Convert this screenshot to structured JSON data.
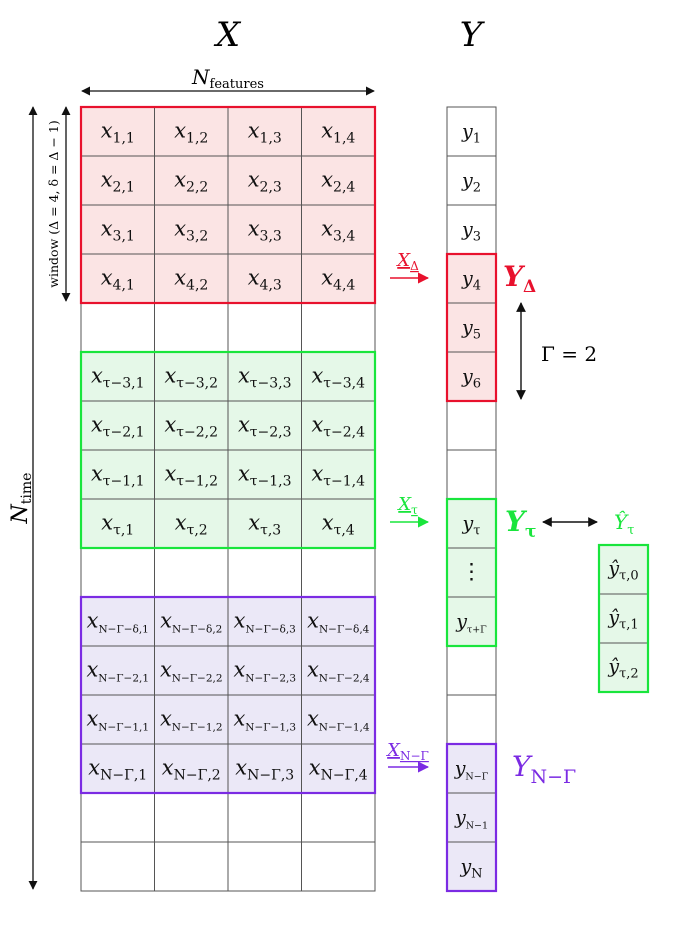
{
  "headers": {
    "x": "X",
    "y": "Y"
  },
  "labels": {
    "n_features": {
      "base": "N",
      "sub": "features"
    },
    "n_time": {
      "base": "N",
      "sub": "time"
    },
    "window": "window (Δ = 4, δ = Δ − 1)",
    "gamma": "Γ = 2"
  },
  "colors": {
    "red": "#e8112d",
    "red_fill": "#fbe4e4",
    "green": "#19e53c",
    "green_fill": "#e5f8e8",
    "purple": "#7b2be3",
    "purple_fill": "#ebe8f7",
    "grid": "#555555"
  },
  "x_rows": [
    [
      [
        "x",
        "1,1"
      ],
      [
        "x",
        "1,2"
      ],
      [
        "x",
        "1,3"
      ],
      [
        "x",
        "1,4"
      ]
    ],
    [
      [
        "x",
        "2,1"
      ],
      [
        "x",
        "2,2"
      ],
      [
        "x",
        "2,3"
      ],
      [
        "x",
        "2,4"
      ]
    ],
    [
      [
        "x",
        "3,1"
      ],
      [
        "x",
        "3,2"
      ],
      [
        "x",
        "3,3"
      ],
      [
        "x",
        "3,4"
      ]
    ],
    [
      [
        "x",
        "4,1"
      ],
      [
        "x",
        "4,2"
      ],
      [
        "x",
        "4,3"
      ],
      [
        "x",
        "4,4"
      ]
    ],
    [
      [
        "",
        ""
      ],
      [
        "",
        ""
      ],
      [
        "",
        ""
      ],
      [
        "",
        ""
      ]
    ],
    [
      [
        "x",
        "τ−3,1"
      ],
      [
        "x",
        "τ−3,2"
      ],
      [
        "x",
        "τ−3,3"
      ],
      [
        "x",
        "τ−3,4"
      ]
    ],
    [
      [
        "x",
        "τ−2,1"
      ],
      [
        "x",
        "τ−2,2"
      ],
      [
        "x",
        "τ−2,3"
      ],
      [
        "x",
        "τ−2,4"
      ]
    ],
    [
      [
        "x",
        "τ−1,1"
      ],
      [
        "x",
        "τ−1,2"
      ],
      [
        "x",
        "τ−1,3"
      ],
      [
        "x",
        "τ−1,4"
      ]
    ],
    [
      [
        "x",
        "τ,1"
      ],
      [
        "x",
        "τ,2"
      ],
      [
        "x",
        "τ,3"
      ],
      [
        "x",
        "τ,4"
      ]
    ],
    [
      [
        "",
        ""
      ],
      [
        "",
        ""
      ],
      [
        "",
        ""
      ],
      [
        "",
        ""
      ]
    ],
    [
      [
        "x",
        "N−Γ−δ,1"
      ],
      [
        "x",
        "N−Γ−δ,2"
      ],
      [
        "x",
        "N−Γ−δ,3"
      ],
      [
        "x",
        "N−Γ−δ,4"
      ]
    ],
    [
      [
        "x",
        "N−Γ−2,1"
      ],
      [
        "x",
        "N−Γ−2,2"
      ],
      [
        "x",
        "N−Γ−2,3"
      ],
      [
        "x",
        "N−Γ−2,4"
      ]
    ],
    [
      [
        "x",
        "N−Γ−1,1"
      ],
      [
        "x",
        "N−Γ−1,2"
      ],
      [
        "x",
        "N−Γ−1,3"
      ],
      [
        "x",
        "N−Γ−1,4"
      ]
    ],
    [
      [
        "x",
        "N−Γ,1"
      ],
      [
        "x",
        "N−Γ,2"
      ],
      [
        "x",
        "N−Γ,3"
      ],
      [
        "x",
        "N−Γ,4"
      ]
    ],
    [
      [
        "",
        ""
      ],
      [
        "",
        ""
      ],
      [
        "",
        ""
      ],
      [
        "",
        ""
      ]
    ],
    [
      [
        "",
        ""
      ],
      [
        "",
        ""
      ],
      [
        "",
        ""
      ],
      [
        "",
        ""
      ]
    ]
  ],
  "y_cells": [
    [
      "y",
      "1"
    ],
    [
      "y",
      "2"
    ],
    [
      "y",
      "3"
    ],
    [
      "y",
      "4"
    ],
    [
      "y",
      "5"
    ],
    [
      "y",
      "6"
    ],
    [
      "",
      ""
    ],
    [
      "",
      ""
    ],
    [
      "y",
      "τ"
    ],
    [
      "⋮",
      ""
    ],
    [
      "y",
      "τ+Γ"
    ],
    [
      "",
      ""
    ],
    [
      "",
      ""
    ],
    [
      "y",
      "N−Γ"
    ],
    [
      "y",
      "N−1"
    ],
    [
      "y",
      "N"
    ]
  ],
  "yhat_cells": [
    [
      "ŷ",
      "τ,0"
    ],
    [
      "ŷ",
      "τ,1"
    ],
    [
      "ŷ",
      "τ,2"
    ]
  ],
  "groups": [
    {
      "color": "red",
      "arrow_label": {
        "base": "X",
        "sub": "Δ"
      },
      "y_label": {
        "base": "Y",
        "sub": "Δ"
      }
    },
    {
      "color": "green",
      "arrow_label": {
        "base": "X",
        "sub": "τ"
      },
      "y_label": {
        "base": "Y",
        "sub": "τ"
      },
      "yhat_label": {
        "base": "Ŷ",
        "sub": "τ"
      }
    },
    {
      "color": "purple",
      "arrow_label": {
        "base": "X",
        "sub": "N−Γ"
      },
      "y_label": {
        "base": "Y",
        "sub": "N−Γ"
      }
    }
  ]
}
